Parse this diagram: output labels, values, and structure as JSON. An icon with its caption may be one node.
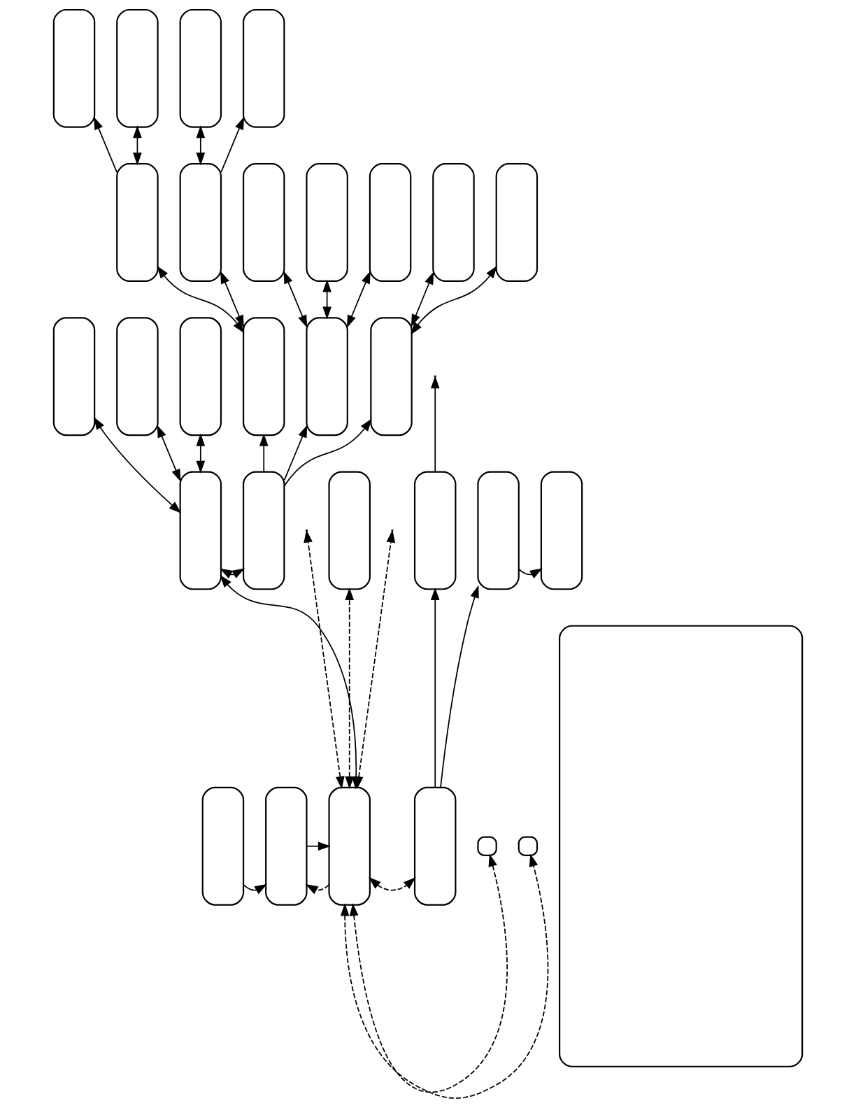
{
  "diagram": {
    "nodes": [
      {
        "text": [],
        "shape": "box"
      },
      {
        "text": [],
        "shape": "box"
      },
      {
        "text": [],
        "shape": "box"
      },
      {
        "text": [],
        "shape": "box"
      },
      {
        "text": [],
        "shape": "box"
      },
      {
        "text": [],
        "shape": "box"
      },
      {
        "text": [],
        "shape": "box"
      },
      {
        "text": [],
        "shape": "box"
      },
      {
        "text": [],
        "shape": "box"
      },
      {
        "text": [],
        "shape": "box"
      },
      {
        "text": [],
        "shape": "box"
      },
      {
        "text": [],
        "shape": "box"
      },
      {
        "text": [],
        "shape": "box"
      },
      {
        "text": [],
        "shape": "box"
      },
      {
        "text": [],
        "shape": "box"
      },
      {
        "text": [],
        "shape": "box"
      },
      {
        "text": [],
        "shape": "box"
      },
      {
        "text": [],
        "shape": "box"
      },
      {
        "text": [],
        "shape": "box"
      },
      {
        "text": [],
        "shape": "box"
      },
      {
        "text": [],
        "shape": "box"
      },
      {
        "text": [],
        "shape": "box"
      },
      {
        "text": [],
        "shape": "box"
      },
      {
        "text": [],
        "shape": "box"
      },
      {
        "text": [],
        "shape": "box"
      },
      {
        "text": [],
        "shape": "box"
      },
      {
        "text": [],
        "shape": "box"
      },
      {
        "text": [],
        "shape": "box"
      },
      {
        "text": [],
        "shape": "box"
      },
      {
        "text": [],
        "shape": "box"
      }
    ],
    "edges": [
      {
        "from": 4,
        "to": 0,
        "arrow": "to"
      },
      {
        "from": 4,
        "to": 1,
        "arrow": "both"
      },
      {
        "from": 5,
        "to": 2,
        "arrow": "both"
      },
      {
        "from": 5,
        "to": 3,
        "arrow": "to"
      },
      {
        "from": 14,
        "to": 4,
        "arrow": "both"
      },
      {
        "from": 14,
        "to": 5,
        "arrow": "both"
      },
      {
        "from": 15,
        "to": 6,
        "arrow": "both"
      },
      {
        "from": 15,
        "to": 7,
        "arrow": "both"
      },
      {
        "from": 15,
        "to": 8,
        "arrow": "both"
      },
      {
        "from": 16,
        "to": 9,
        "arrow": "both"
      },
      {
        "from": 16,
        "to": 10,
        "arrow": "both"
      },
      {
        "from": 17,
        "to": 11,
        "arrow": "both"
      },
      {
        "from": 17,
        "to": 12,
        "arrow": "both"
      },
      {
        "from": 17,
        "to": 13,
        "arrow": "both"
      },
      {
        "from": 18,
        "to": 14,
        "arrow": "to"
      },
      {
        "from": 18,
        "to": 15,
        "arrow": "to"
      },
      {
        "from": 18,
        "to": 16,
        "arrow": "to"
      },
      {
        "from": 17,
        "to": 18,
        "arrow": "both"
      },
      {
        "from": 26,
        "to": 17,
        "arrow": "both"
      },
      {
        "from": 24,
        "to": 25,
        "arrow": "to"
      },
      {
        "from": 25,
        "to": 26,
        "arrow": "to"
      },
      {
        "from": 26,
        "to": 25,
        "arrow": "to",
        "style": "dashed"
      },
      {
        "from": 26,
        "to": null,
        "arrow": "both",
        "style": "dashed"
      },
      {
        "from": 26,
        "to": null,
        "arrow": "both",
        "style": "dashed"
      },
      {
        "from": 26,
        "to": 20,
        "arrow": "both",
        "style": "dashed"
      },
      {
        "from": 26,
        "to": 27,
        "arrow": "both",
        "style": "dashed"
      },
      {
        "from": 26,
        "to": 28,
        "arrow": "both",
        "style": "dashed"
      },
      {
        "from": 26,
        "to": 29,
        "arrow": "both",
        "style": "dashed"
      },
      {
        "from": 27,
        "to": 21,
        "arrow": "to"
      },
      {
        "from": 27,
        "to": 22,
        "arrow": "to"
      },
      {
        "from": 21,
        "to": null,
        "arrow": "to"
      },
      {
        "from": 22,
        "to": 23,
        "arrow": "to"
      }
    ]
  }
}
